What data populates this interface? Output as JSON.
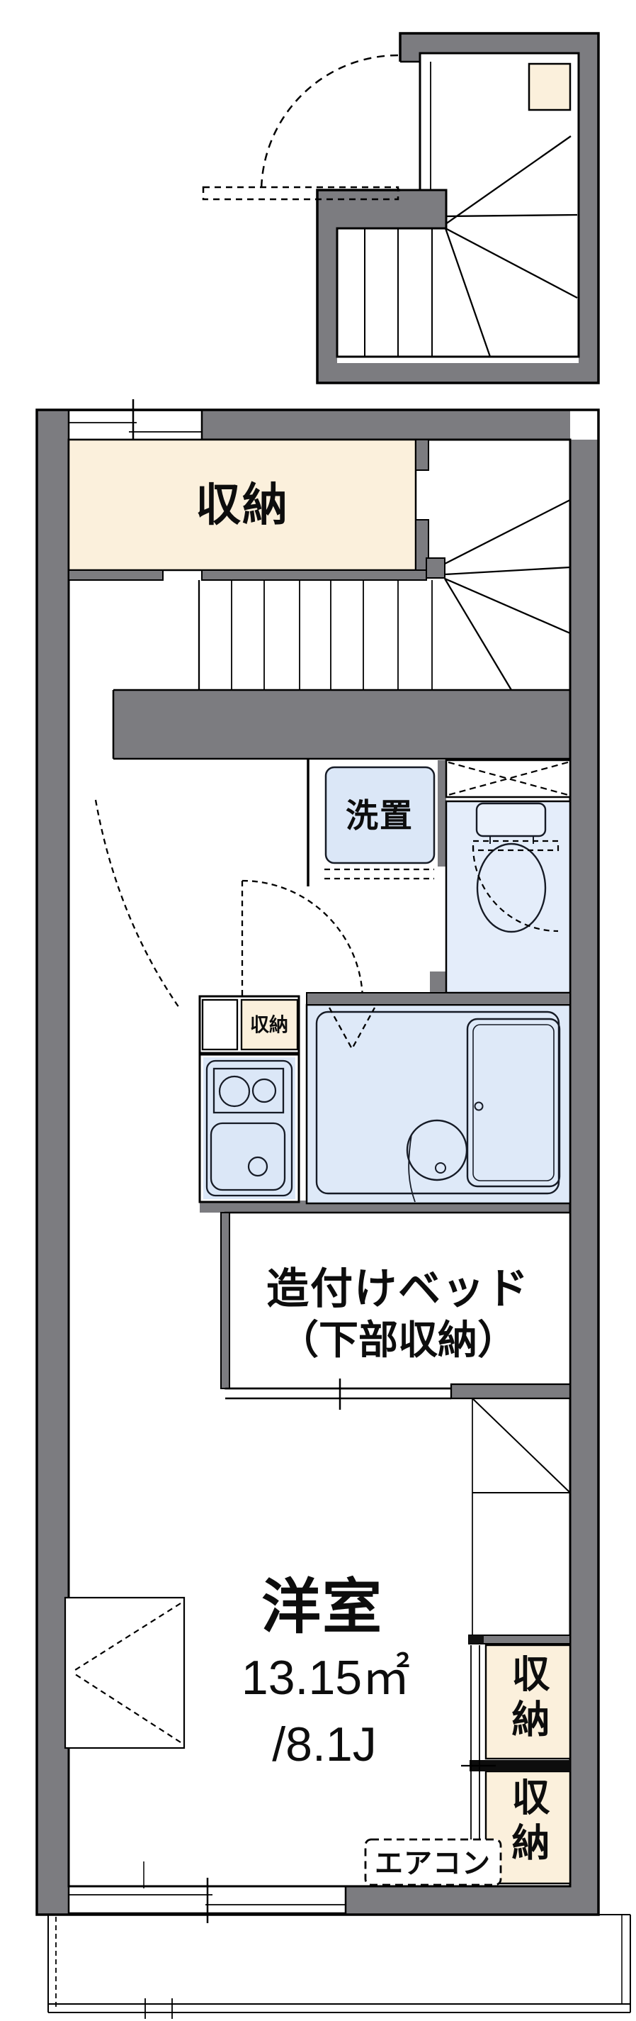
{
  "floorplan": {
    "upper_floor": {
      "storage_main_label": "収納",
      "washer_area_label": "洗置",
      "kitchen_storage_label": "収納",
      "built_in_bed_line1": "造付けベッド",
      "built_in_bed_line2": "（下部収納）",
      "western_room_name": "洋室",
      "western_room_area_sqm": "13.15㎡",
      "western_room_area_tatami": "/8.1J",
      "aircon_label": "エアコン",
      "closet_right_top_label": "収納",
      "closet_right_bottom_label": "収納"
    },
    "colors": {
      "wall": "#7C7C80",
      "storage_fill": "#FBF0DC",
      "shoe_box_fill": "#FBF0DC",
      "fixture_fill": "#DBE7F7",
      "toilet_room_fill": "#E4EDFA",
      "bath_fill": "#DEE9F8",
      "line": "#000000",
      "fixture_line": "#161B26",
      "text": "#0D0D0D"
    }
  }
}
